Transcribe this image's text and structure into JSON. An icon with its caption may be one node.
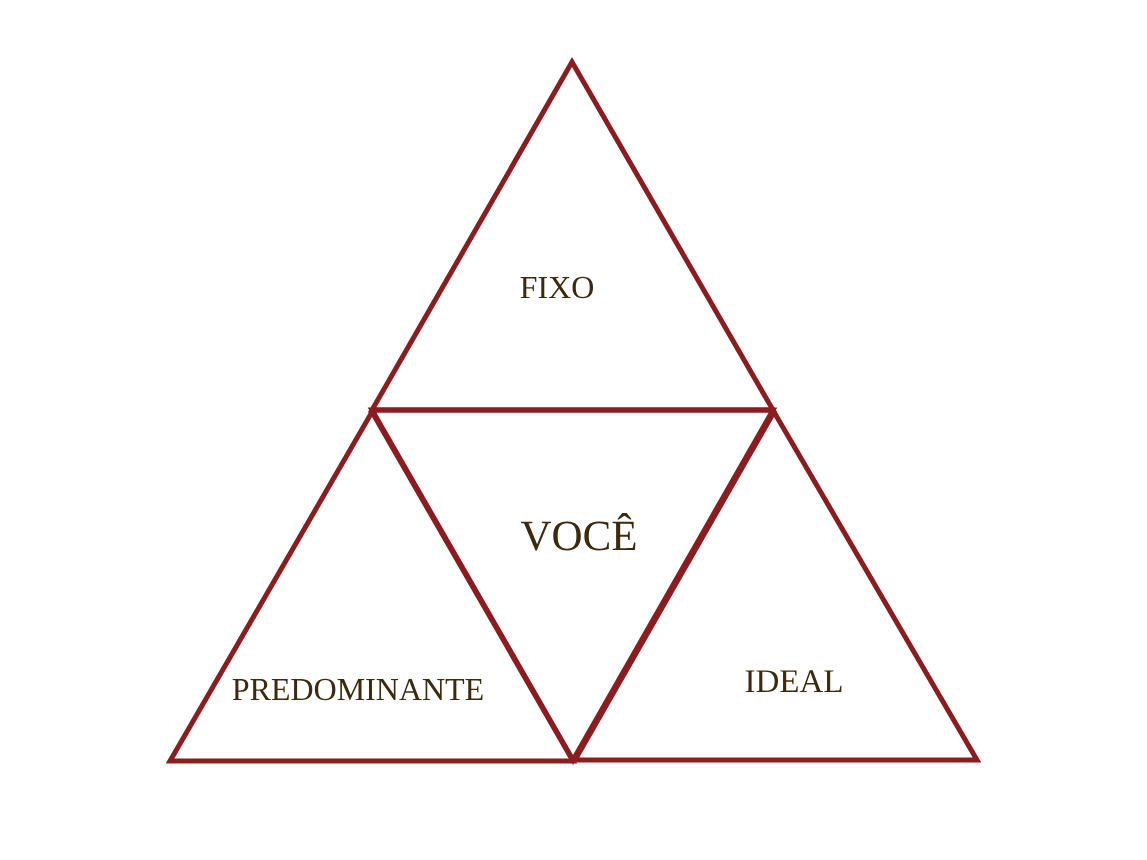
{
  "diagram": {
    "nodes": [
      {
        "text": [
          "FIXO"
        ]
      },
      {
        "text": [
          "VOCÊ"
        ]
      },
      {
        "text": [
          "PREDOMINANTE"
        ]
      },
      {
        "text": [
          "IDEAL"
        ]
      }
    ]
  }
}
